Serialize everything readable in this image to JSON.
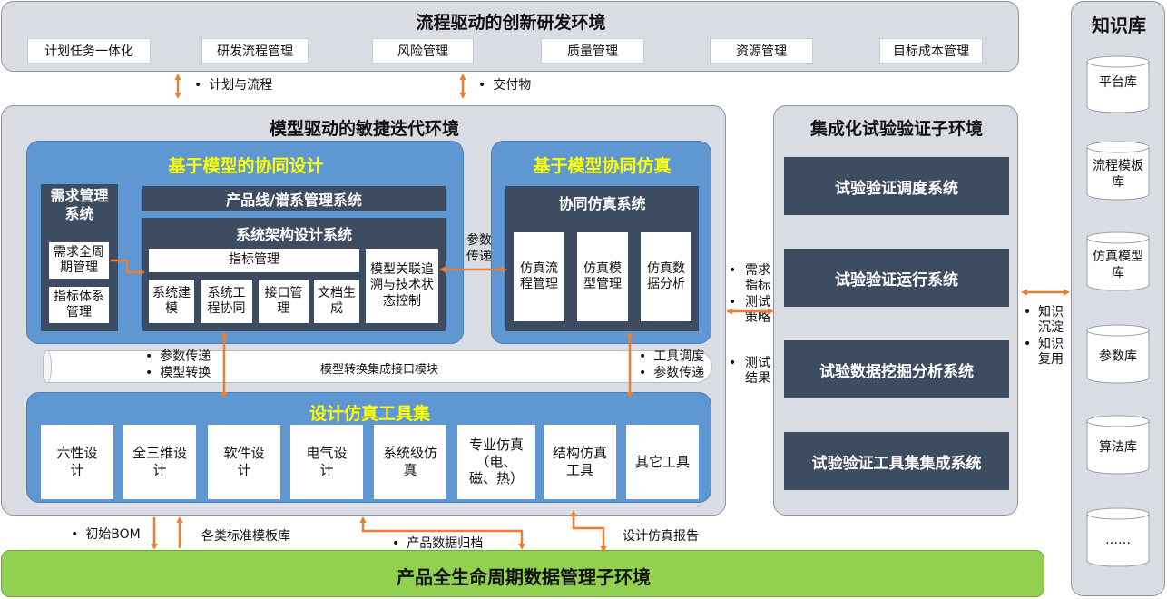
{
  "process_env": {
    "title": "流程驱动的创新研发环境",
    "tabs": [
      "计划任务一体化",
      "研发流程管理",
      "风险管理",
      "质量管理",
      "资源管理",
      "目标成本管理"
    ]
  },
  "link_top": {
    "plan": "计划与流程",
    "deliver": "交付物"
  },
  "model_env": {
    "title": "模型驱动的敏捷迭代环境",
    "codesign": {
      "title": "基于模型的协同设计",
      "req_system": "需求管理系统",
      "req_items": [
        "需求全周期管理",
        "指标体系管理"
      ],
      "product_line": "产品线/谱系管理系统",
      "arch_system": "系统架构设计系统",
      "indicator": "指标管理",
      "arch_items": [
        "系统建模",
        "系统工程协同",
        "接口管理",
        "文档生成"
      ],
      "trace": "模型关联追溯与技术状态控制"
    },
    "param_pass": "参数传递",
    "cosim": {
      "title": "基于模型协同仿真",
      "system": "协同仿真系统",
      "items": [
        "仿真流程管理",
        "仿真模型管理",
        "仿真数据分析"
      ]
    },
    "bus": {
      "label": "模型转换集成接口模块",
      "left_notes": [
        "参数传递",
        "模型转换"
      ],
      "right_notes": [
        "工具调度",
        "参数传递"
      ]
    },
    "tools": {
      "title": "设计仿真工具集",
      "items": [
        "六性设计",
        "全三维设计",
        "软件设计",
        "电气设计",
        "系统级仿真",
        "专业仿真（电、磁、热）",
        "结构仿真工具",
        "其它工具"
      ]
    }
  },
  "test_env": {
    "title": "集成化试验验证子环境",
    "systems": [
      "试验验证调度系统",
      "试验验证运行系统",
      "试验数据挖掘分析系统",
      "试验验证工具集集成系统"
    ],
    "left_notes": [
      "需求指标",
      "测试策略"
    ],
    "result_note": "测试结果"
  },
  "knowledge": {
    "title": "知识库",
    "items": [
      "平台库",
      "流程模板库",
      "仿真模型库",
      "参数库",
      "算法库",
      "……"
    ],
    "notes": [
      "知识沉淀",
      "知识复用"
    ]
  },
  "bottom_links": {
    "bom": "初始BOM",
    "templates": "各类标准模板库",
    "archive": "产品数据归档",
    "report": "设计仿真报告"
  },
  "plm": {
    "title": "产品全生命周期数据管理子环境"
  },
  "colors": {
    "arrow": "#ed7d31",
    "dark_box": "#3e4c61",
    "blue_panel": "#5f97d3",
    "green": "#92d050",
    "yellow_text": "#ffff00"
  }
}
